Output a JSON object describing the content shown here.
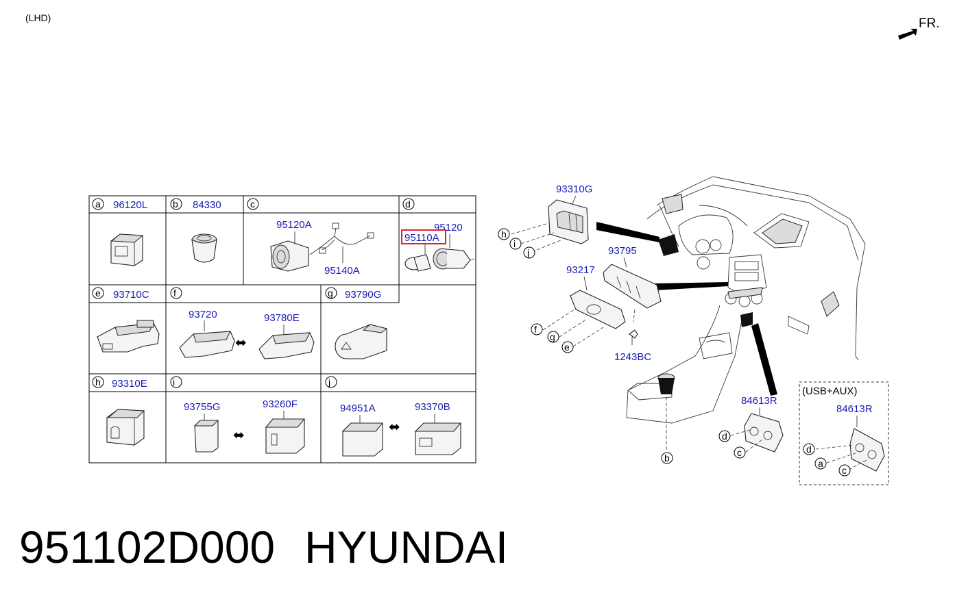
{
  "header": {
    "variant": "(LHD)",
    "front_label": "FR."
  },
  "grid": {
    "row1": [
      {
        "letter": "a",
        "parts": [
          "96120L"
        ]
      },
      {
        "letter": "b",
        "parts": [
          "84330"
        ]
      },
      {
        "letter": "c",
        "parts": [
          "95120A",
          "95140A"
        ]
      },
      {
        "letter": "d",
        "parts": [
          "95120",
          "95110A"
        ]
      }
    ],
    "row2": [
      {
        "letter": "e",
        "parts": [
          "93710C"
        ]
      },
      {
        "letter": "f",
        "parts": [
          "93720",
          "93780E"
        ]
      },
      {
        "letter": "g",
        "parts": [
          "93790G"
        ]
      }
    ],
    "row3": [
      {
        "letter": "h",
        "parts": [
          "93310E"
        ]
      },
      {
        "letter": "i",
        "parts": [
          "93755G",
          "93260F"
        ]
      },
      {
        "letter": "j",
        "parts": [
          "94951A",
          "93370B"
        ]
      }
    ]
  },
  "diagram": {
    "parts": [
      "93310G",
      "93795",
      "93217",
      "1243BC",
      "84613R"
    ],
    "callouts": [
      "h",
      "i",
      "j",
      "f",
      "g",
      "e",
      "b",
      "d",
      "c"
    ],
    "inset": {
      "title": "(USB+AUX)",
      "part": "84613R",
      "callouts": [
        "d",
        "a",
        "c"
      ]
    }
  },
  "highlight_color": "#e0202a",
  "part_text_color": "#1a1ab8",
  "footer": {
    "part_number": "951102D000",
    "brand": "HYUNDAI"
  }
}
